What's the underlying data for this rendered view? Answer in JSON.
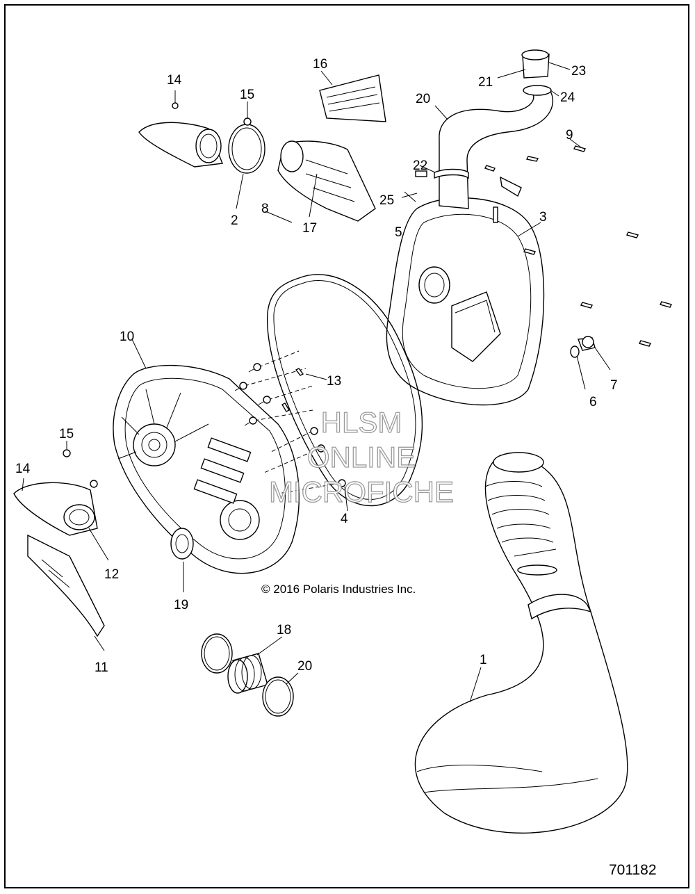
{
  "diagram": {
    "callouts": [
      "1",
      "2",
      "3",
      "4",
      "5",
      "6",
      "7",
      "8",
      "9",
      "10",
      "11",
      "12",
      "13",
      "14",
      "15",
      "16",
      "17",
      "18",
      "19",
      "20",
      "21",
      "22",
      "23",
      "24",
      "25"
    ],
    "copyright": "© 2016 Polaris Industries Inc.",
    "doc_number": "701182",
    "watermark": [
      "HLSM",
      "ONLINE",
      "MICROFICHE"
    ]
  }
}
